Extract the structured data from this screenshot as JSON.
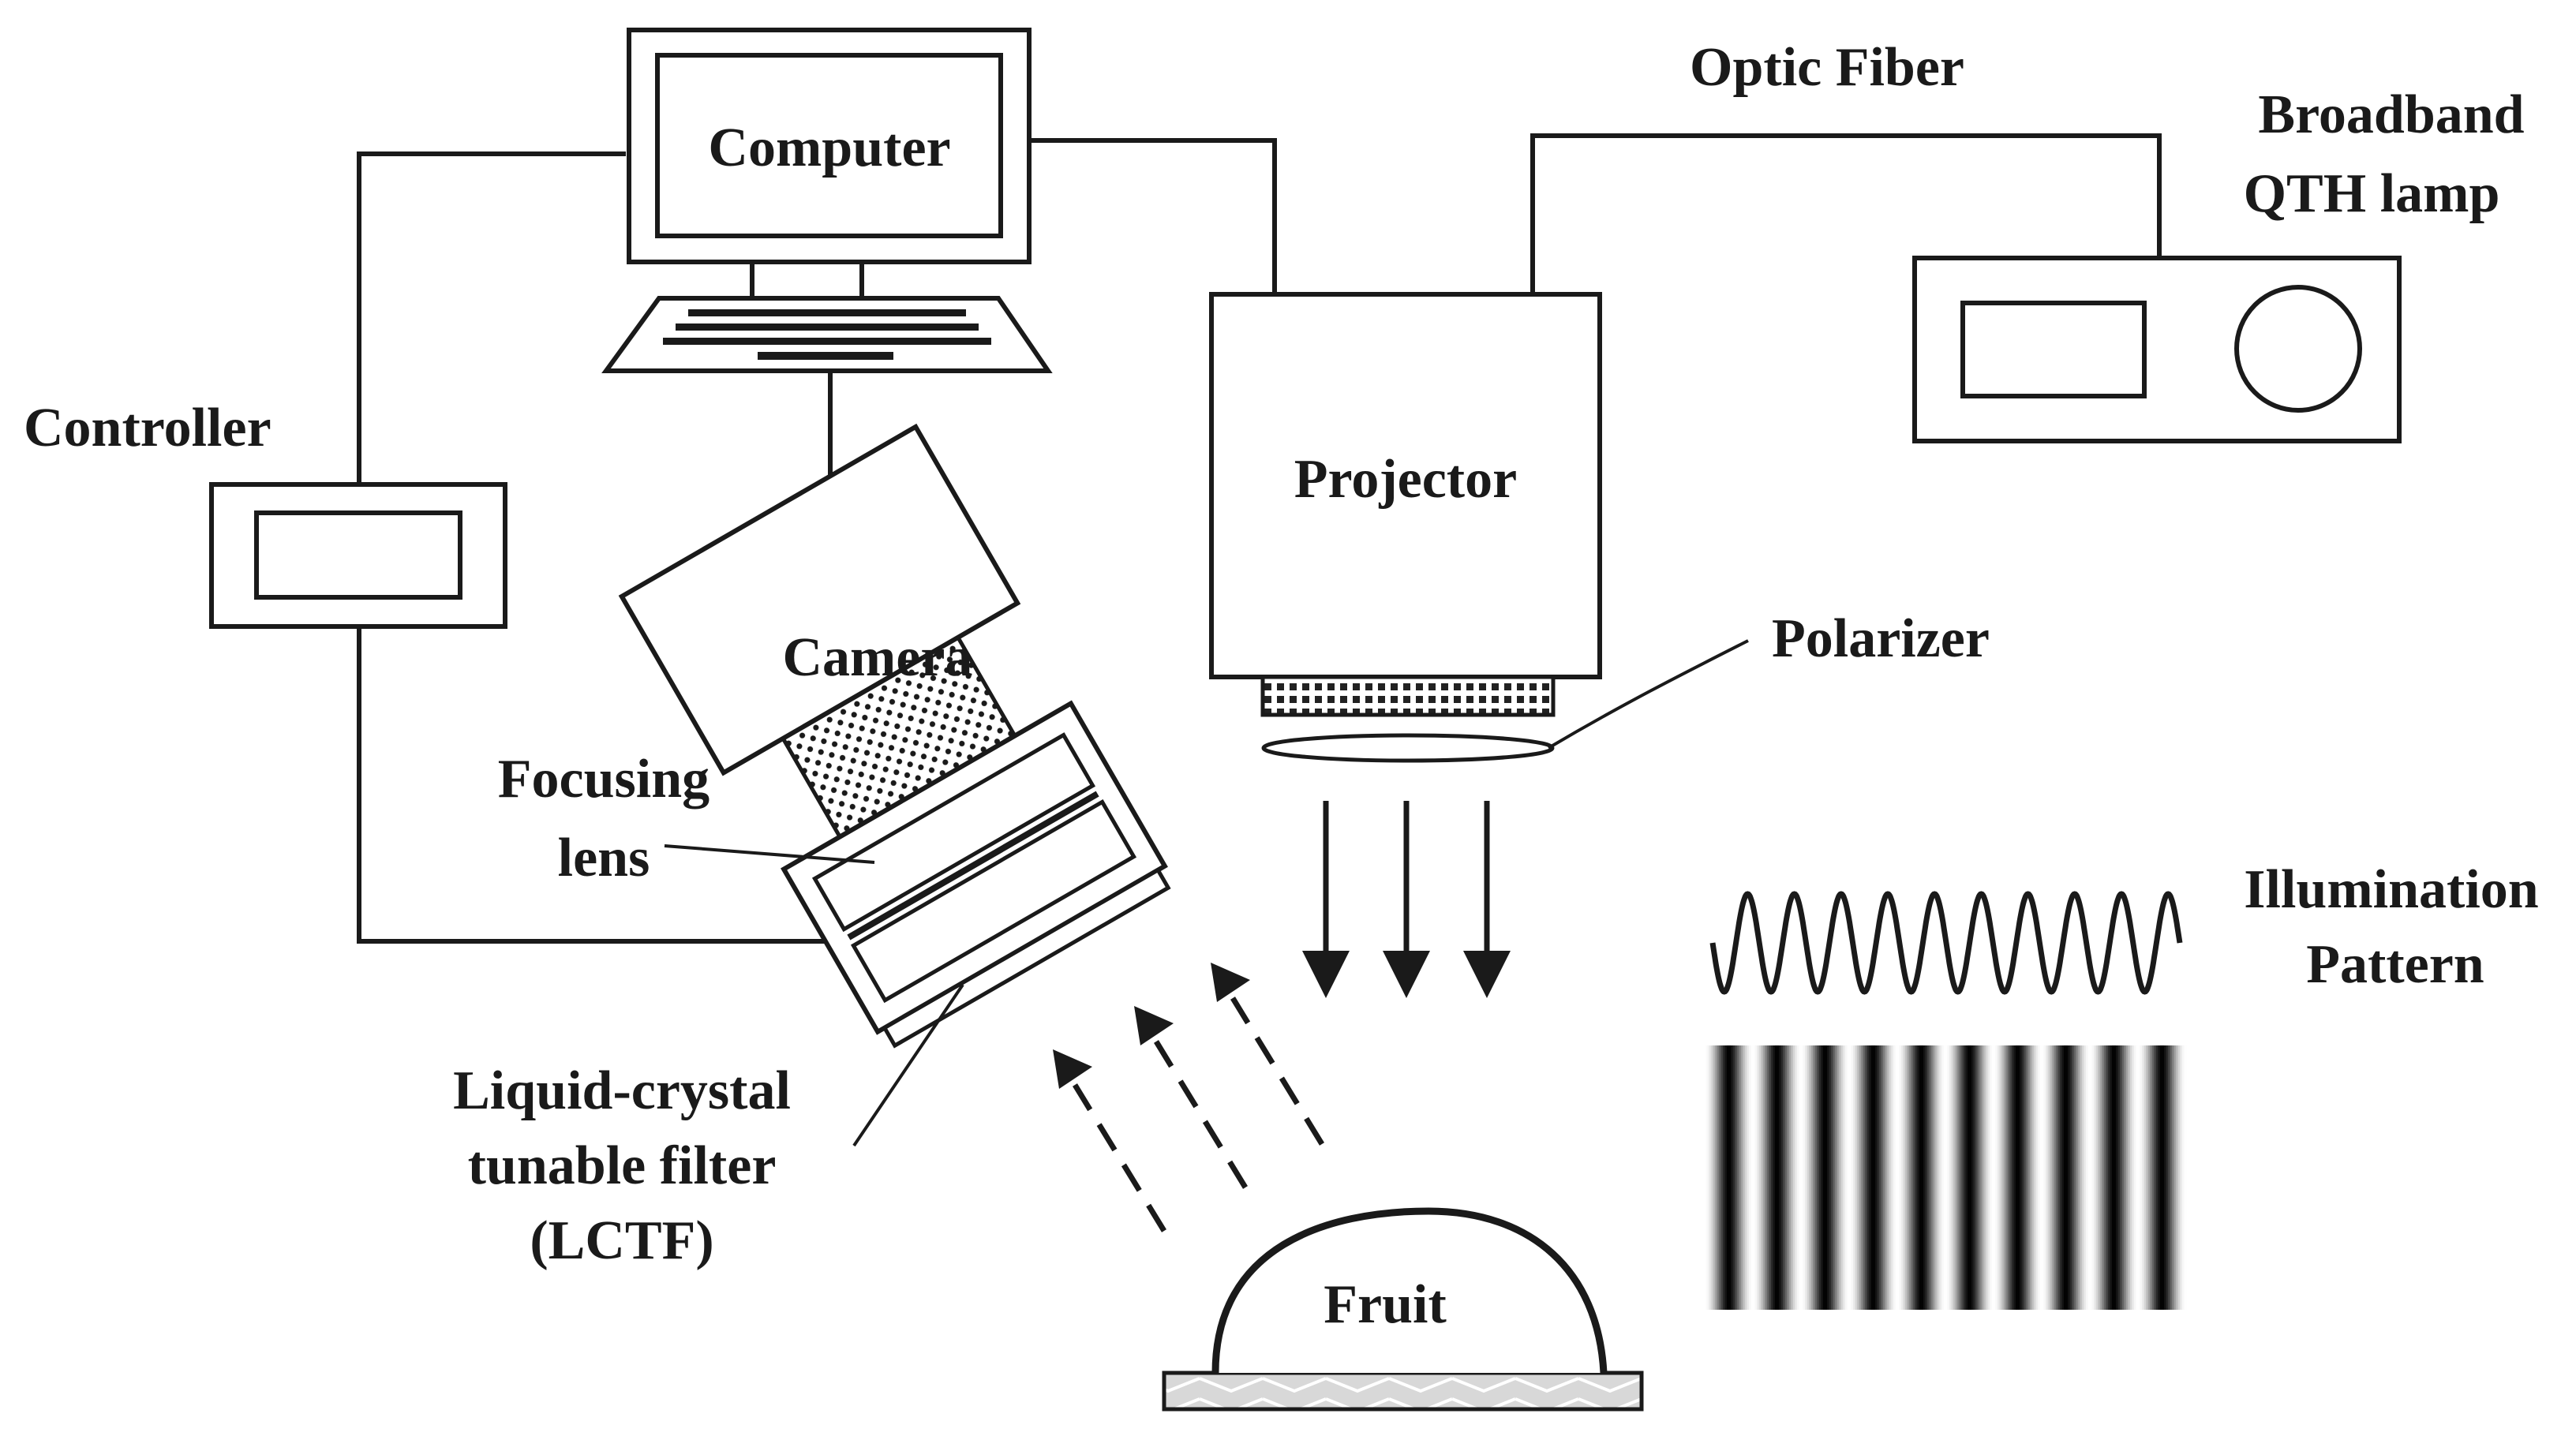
{
  "labels": {
    "computer": "Computer",
    "optic_fiber": "Optic Fiber",
    "lamp_line1": "Broadband",
    "lamp_line2": "QTH lamp",
    "controller": "Controller",
    "projector": "Projector",
    "camera": "Camera",
    "polarizer": "Polarizer",
    "focusing_line1": "Focusing",
    "focusing_line2": "lens",
    "lctf_line1": "Liquid-crystal",
    "lctf_line2": "tunable filter",
    "lctf_line3": "(LCTF)",
    "illumination_line1": "Illumination",
    "illumination_line2": "Pattern",
    "fruit": "Fruit"
  },
  "illumination_pattern": {
    "cycles": 10
  },
  "colors": {
    "stroke": "#1a1a1a",
    "background": "#ffffff"
  }
}
